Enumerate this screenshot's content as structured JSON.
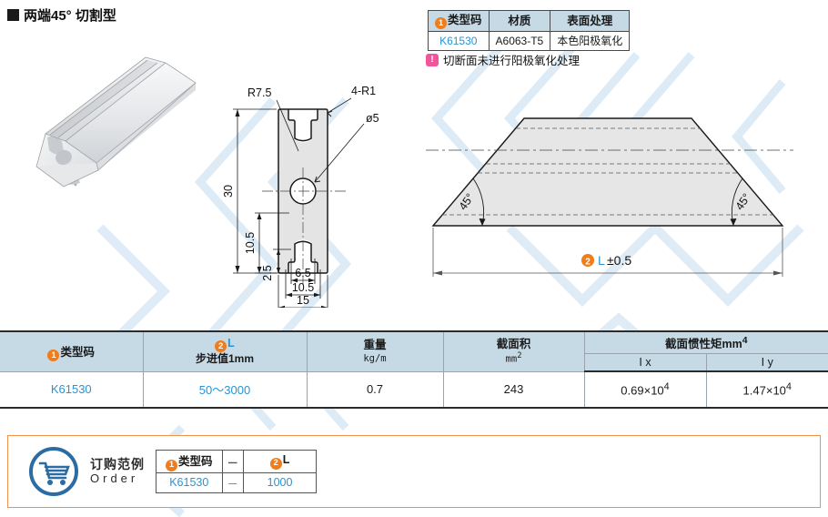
{
  "page": {
    "title": "两端45°  切割型",
    "accent_orange": "#f07c1a",
    "accent_blue": "#2a93d5",
    "header_bg": "#c6dae6",
    "order_border": "#f0924c"
  },
  "material_table": {
    "headers": [
      "类型码",
      "材质",
      "表面处理"
    ],
    "header_badge": "1",
    "row": [
      "K61530",
      "A6063-T5",
      "本色阳极氧化"
    ],
    "note": "切断面未进行阳极氧化处理",
    "note_badge": "!"
  },
  "cross_section": {
    "labels": {
      "r75": "R7.5",
      "r1": "4-R1",
      "dia5": "ø5",
      "height": "30",
      "d105_v": "10.5",
      "d25": "2.5",
      "w65": "6.5",
      "w105": "10.5",
      "w15": "15"
    }
  },
  "iso_drawing": {
    "angle_left": "45°",
    "angle_right": "45°",
    "length_label": "L±0.5",
    "length_badge": "2"
  },
  "spec_table": {
    "headers": {
      "type_code": "类型码",
      "type_code_badge": "1",
      "length": "L",
      "length_badge": "2",
      "length_sub": "步进值1mm",
      "weight": "重量",
      "weight_unit": "kg/m",
      "area": "截面积",
      "area_unit": "mm",
      "area_unit_sup": "2",
      "inertia": "截面惯性矩mm",
      "inertia_sup": "4",
      "ix": "I x",
      "iy": "I y"
    },
    "row": {
      "type_code": "K61530",
      "length": "50～3000",
      "weight": "0.7",
      "area": "243",
      "ix": "0.69×10",
      "ix_sup": "4",
      "iy": "1.47×10",
      "iy_sup": "4"
    }
  },
  "order_example": {
    "label_cn": "订购范例",
    "label_en": "Order",
    "icon": "shopping-cart-icon",
    "headers": [
      "类型码",
      "－",
      "L"
    ],
    "header_badges": [
      "1",
      "2"
    ],
    "values": [
      "K61530",
      "－",
      "1000"
    ]
  }
}
